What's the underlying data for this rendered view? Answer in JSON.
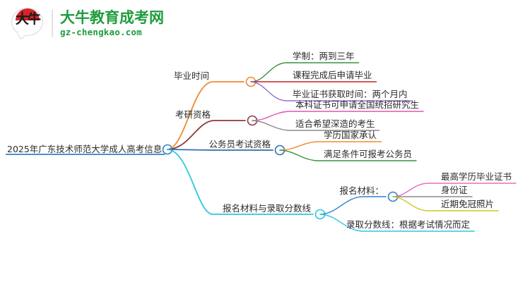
{
  "header": {
    "logo": {
      "emblem_text": "大牛",
      "title": "大牛教育成考网",
      "subtitle": "gz-chengkao.com",
      "brand_green": "#1f9c3c",
      "brand_red": "#d8232a"
    }
  },
  "mindmap": {
    "root": {
      "label": "2025年广东技术师范大学成人高考信息",
      "color": "#2f7fd0"
    },
    "branches": [
      {
        "label": "毕业时间",
        "color": "#ef8b2c",
        "children": [
          {
            "label": "学制：两到三年",
            "color": "#3a9142"
          },
          {
            "label": "课程完成后申请毕业",
            "color": "#cc2222"
          },
          {
            "label": "毕业证书获取时间：两个月内",
            "color": "#9a6fd4"
          }
        ]
      },
      {
        "label": "考研资格",
        "color": "#8c3b3b",
        "children": [
          {
            "label": "本科证书可申请全国统招研究生",
            "color": "#e255ae"
          },
          {
            "label": "适合希望深造的考生",
            "color": "#8a8a8a"
          }
        ]
      },
      {
        "label": "公务员考试资格",
        "color": "#2f6fb5",
        "children": [
          {
            "label": "学历国家承认",
            "color": "#ef8b2c"
          },
          {
            "label": "满足条件可报考公务员",
            "color": "#3a9142"
          }
        ]
      },
      {
        "label": "报名材料与录取分数线",
        "color": "#2ec5e0",
        "children": [
          {
            "label": "报名材料：",
            "color": "#2f7fd0",
            "children": [
              {
                "label": "最高学历毕业证书",
                "color": "#e86fc0"
              },
              {
                "label": "身份证",
                "color": "#8a8a8a"
              },
              {
                "label": "近期免冠照片",
                "color": "#c8c81e"
              }
            ]
          },
          {
            "label": "录取分数线：根据考试情况而定",
            "color": "#2ec5e0"
          }
        ]
      }
    ]
  }
}
